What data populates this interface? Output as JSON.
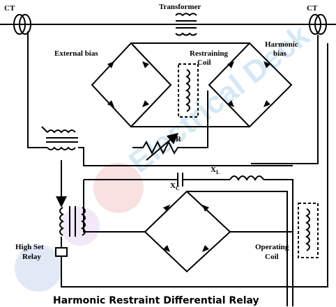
{
  "labels": {
    "ct_left": "CT",
    "ct_right": "CT",
    "transformer": "Transformer",
    "external_bias": "External  bias",
    "restraining_coil_1": "Restraining",
    "restraining_coil_2": "Coil",
    "harmonic_bias_1": "Harmonic",
    "harmonic_bias_2": "bias",
    "resistor": "R",
    "inductor": "X",
    "inductor_sub": "L",
    "capacitor": "X",
    "capacitor_sub": "C",
    "operating_coil_1": "Operating",
    "operating_coil_2": "Coil",
    "high_set_relay_1": "High Set",
    "high_set_relay_2": "Relay"
  },
  "caption": "Harmonic Restraint Differential Relay",
  "watermark": "Electrical Deck",
  "colors": {
    "line": "#000000",
    "watermark": "#5aa6d6"
  }
}
